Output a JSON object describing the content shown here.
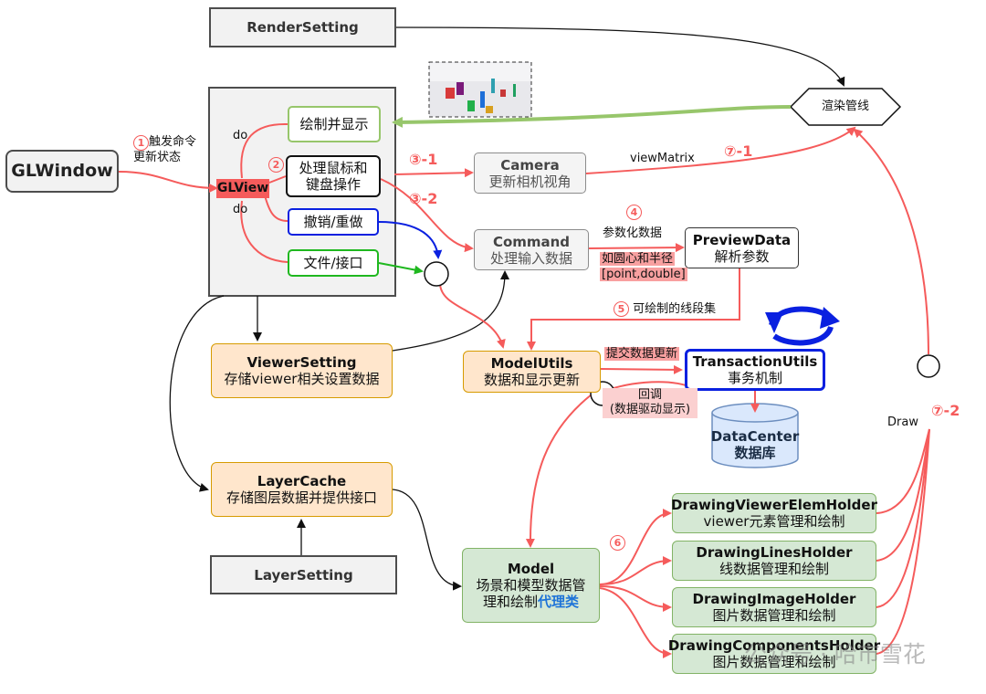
{
  "nodes": {
    "render_setting": "RenderSetting",
    "render_pipeline": "渲染管线",
    "gl_window": "GLWindow",
    "gl_view": "GLView",
    "draw_display": "绘制并显示",
    "mouse_keyboard": "处理鼠标和\n键盘操作",
    "undo_redo": "撤销/重做",
    "file_interface": "文件/接口",
    "camera": {
      "title": "Camera",
      "sub": "更新相机视角"
    },
    "command": {
      "title": "Command",
      "sub": "处理输入数据"
    },
    "preview_data": {
      "title": "PreviewData",
      "sub": "解析参数"
    },
    "viewer_setting": {
      "title": "ViewerSetting",
      "sub": "存储viewer相关设置数据"
    },
    "model_utils": {
      "title": "ModelUtils",
      "sub": "数据和显示更新"
    },
    "transaction_utils": {
      "title": "TransactionUtils",
      "sub": "事务机制"
    },
    "data_center": {
      "title": "DataCenter",
      "sub": "数据库"
    },
    "layer_cache": {
      "title": "LayerCache",
      "sub": "存储图层数据并提供接口"
    },
    "layer_setting": "LayerSetting",
    "model": {
      "title": "Model",
      "sub1": "场景和模型数据管",
      "sub2_a": "理和绘制",
      "sub2_b": "代理类"
    },
    "holders": [
      {
        "title": "DrawingViewerElemHolder",
        "sub": "viewer元素管理和绘制"
      },
      {
        "title": "DrawingLinesHolder",
        "sub": "线数据管理和绘制"
      },
      {
        "title": "DrawingImageHolder",
        "sub": "图片数据管理和绘制"
      },
      {
        "title": "DrawingComponentsHolder",
        "sub": "图片数据管理和绘制"
      }
    ]
  },
  "labels": {
    "step1_num": "1",
    "step1_text": "触发命令\n更新状态",
    "step2_num": "2",
    "step3_1": "③-1",
    "step3_2": "③-2",
    "step4_num": "4",
    "step5_num": "5",
    "step5_text": "可绘制的线段集",
    "step6_num": "6",
    "step7_1": "⑦-1",
    "step7_2": "⑦-2",
    "do_top": "do",
    "do_bottom": "do",
    "view_matrix": "viewMatrix",
    "param_data": "参数化数据",
    "circle_radius": "如圆心和半径",
    "point_double": "[point,double]",
    "submit_update": "提交数据更新",
    "callback": "回调\n(数据驱动显示)",
    "draw": "Draw"
  },
  "watermark": "公众号 · 哈市雪花",
  "colors": {
    "red": "#f55b5b",
    "green": "#97c66b",
    "blue": "#0a20e0",
    "dark_green": "#1fb81f",
    "accent_blue": "#1e73d8"
  }
}
